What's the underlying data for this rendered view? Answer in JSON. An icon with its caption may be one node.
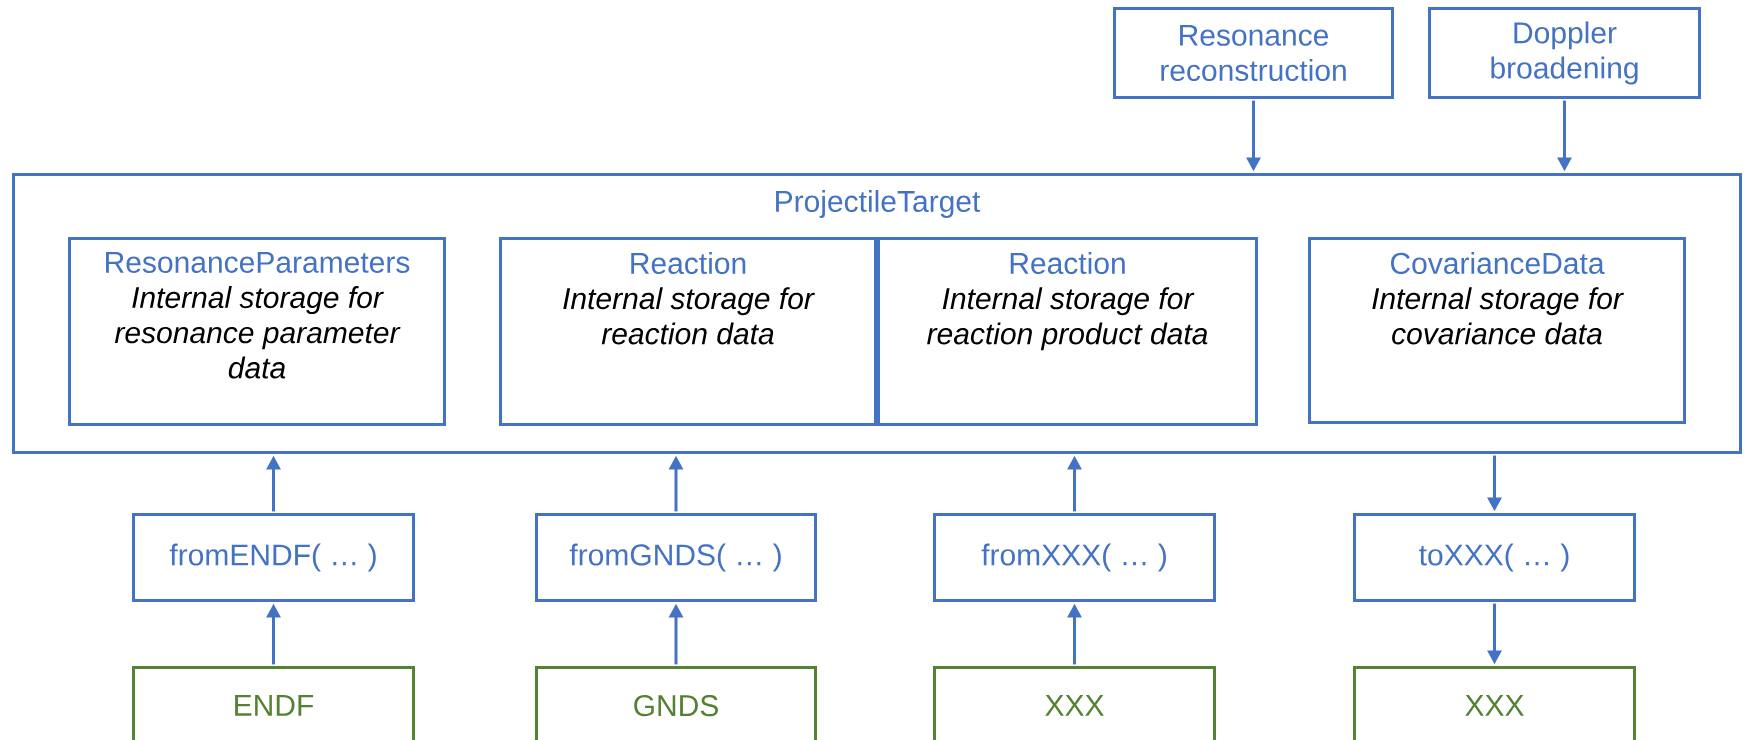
{
  "diagram": {
    "nodes": [
      {
        "text": [
          "Resonance reconstruction"
        ]
      },
      {
        "text": [
          "Doppler broadening"
        ]
      },
      {
        "text": [
          "ProjectileTarget"
        ]
      },
      {
        "text": [
          "ResonanceParameters",
          "Internal storage for resonance parameter data"
        ],
        "in": 2
      },
      {
        "text": [
          "Reaction",
          "Internal storage for reaction data"
        ],
        "in": 2
      },
      {
        "text": [
          "Reaction",
          "Internal storage for reaction product data"
        ],
        "in": 2
      },
      {
        "text": [
          "CovarianceData",
          "Internal storage for covariance data"
        ],
        "in": 2
      },
      {
        "text": [
          "fromENDF( … )"
        ]
      },
      {
        "text": [
          "fromGNDS( … )"
        ]
      },
      {
        "text": [
          "fromXXX( … )"
        ]
      },
      {
        "text": [
          "toXXX( … )"
        ]
      },
      {
        "text": [
          "ENDF"
        ]
      },
      {
        "text": [
          "GNDS"
        ]
      },
      {
        "text": [
          "XXX"
        ]
      },
      {
        "text": [
          "XXX"
        ]
      }
    ],
    "edges": [
      {
        "from": 0,
        "to": 2,
        "arrow": "to"
      },
      {
        "from": 1,
        "to": 2,
        "arrow": "to"
      },
      {
        "from": 7,
        "to": 2,
        "arrow": "to"
      },
      {
        "from": 8,
        "to": 2,
        "arrow": "to"
      },
      {
        "from": 9,
        "to": 2,
        "arrow": "to"
      },
      {
        "from": 2,
        "to": 10,
        "arrow": "to"
      },
      {
        "from": 11,
        "to": 7,
        "arrow": "to"
      },
      {
        "from": 12,
        "to": 8,
        "arrow": "to"
      },
      {
        "from": 13,
        "to": 9,
        "arrow": "to"
      },
      {
        "from": 10,
        "to": 14,
        "arrow": "to"
      }
    ]
  }
}
